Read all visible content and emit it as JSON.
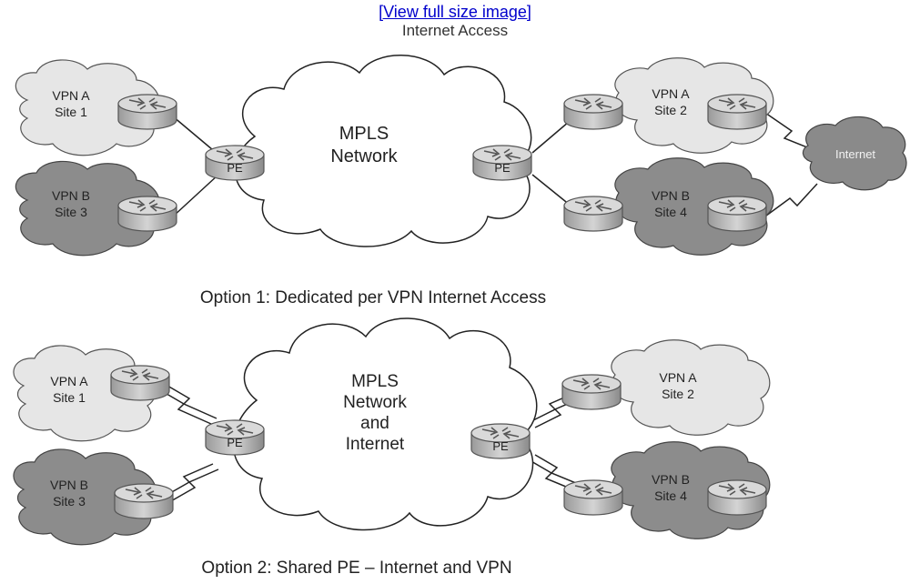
{
  "header": {
    "view_full_size": "[View full size image]",
    "title": "Internet Access"
  },
  "option1": {
    "caption": "Option 1: Dedicated per VPN Internet Access",
    "core_line1": "MPLS",
    "core_line2": "Network",
    "pe_left": "PE",
    "pe_right": "PE",
    "site_a1": [
      "VPN A",
      "Site 1"
    ],
    "site_b3": [
      "VPN B",
      "Site 3"
    ],
    "site_a2": [
      "VPN A",
      "Site 2"
    ],
    "site_b4": [
      "VPN B",
      "Site 4"
    ],
    "internet": "Internet"
  },
  "option2": {
    "caption": "Option 2: Shared PE – Internet and VPN",
    "core_line1": "MPLS",
    "core_line2": "Network",
    "core_line3": "and",
    "core_line4": "Internet",
    "pe_left": "PE",
    "pe_right": "PE",
    "site_a1": [
      "VPN A",
      "Site 1"
    ],
    "site_b3": [
      "VPN B",
      "Site 3"
    ],
    "site_a2": [
      "VPN A",
      "Site 2"
    ],
    "site_b4": [
      "VPN B",
      "Site 4"
    ]
  },
  "colors": {
    "vpn_a_cloud": "#e6e6e6",
    "vpn_b_cloud": "#8c8c8c",
    "internet_cloud": "#8a8a8a",
    "mpls_cloud": "#ffffff",
    "router": "#c9c9c9"
  }
}
